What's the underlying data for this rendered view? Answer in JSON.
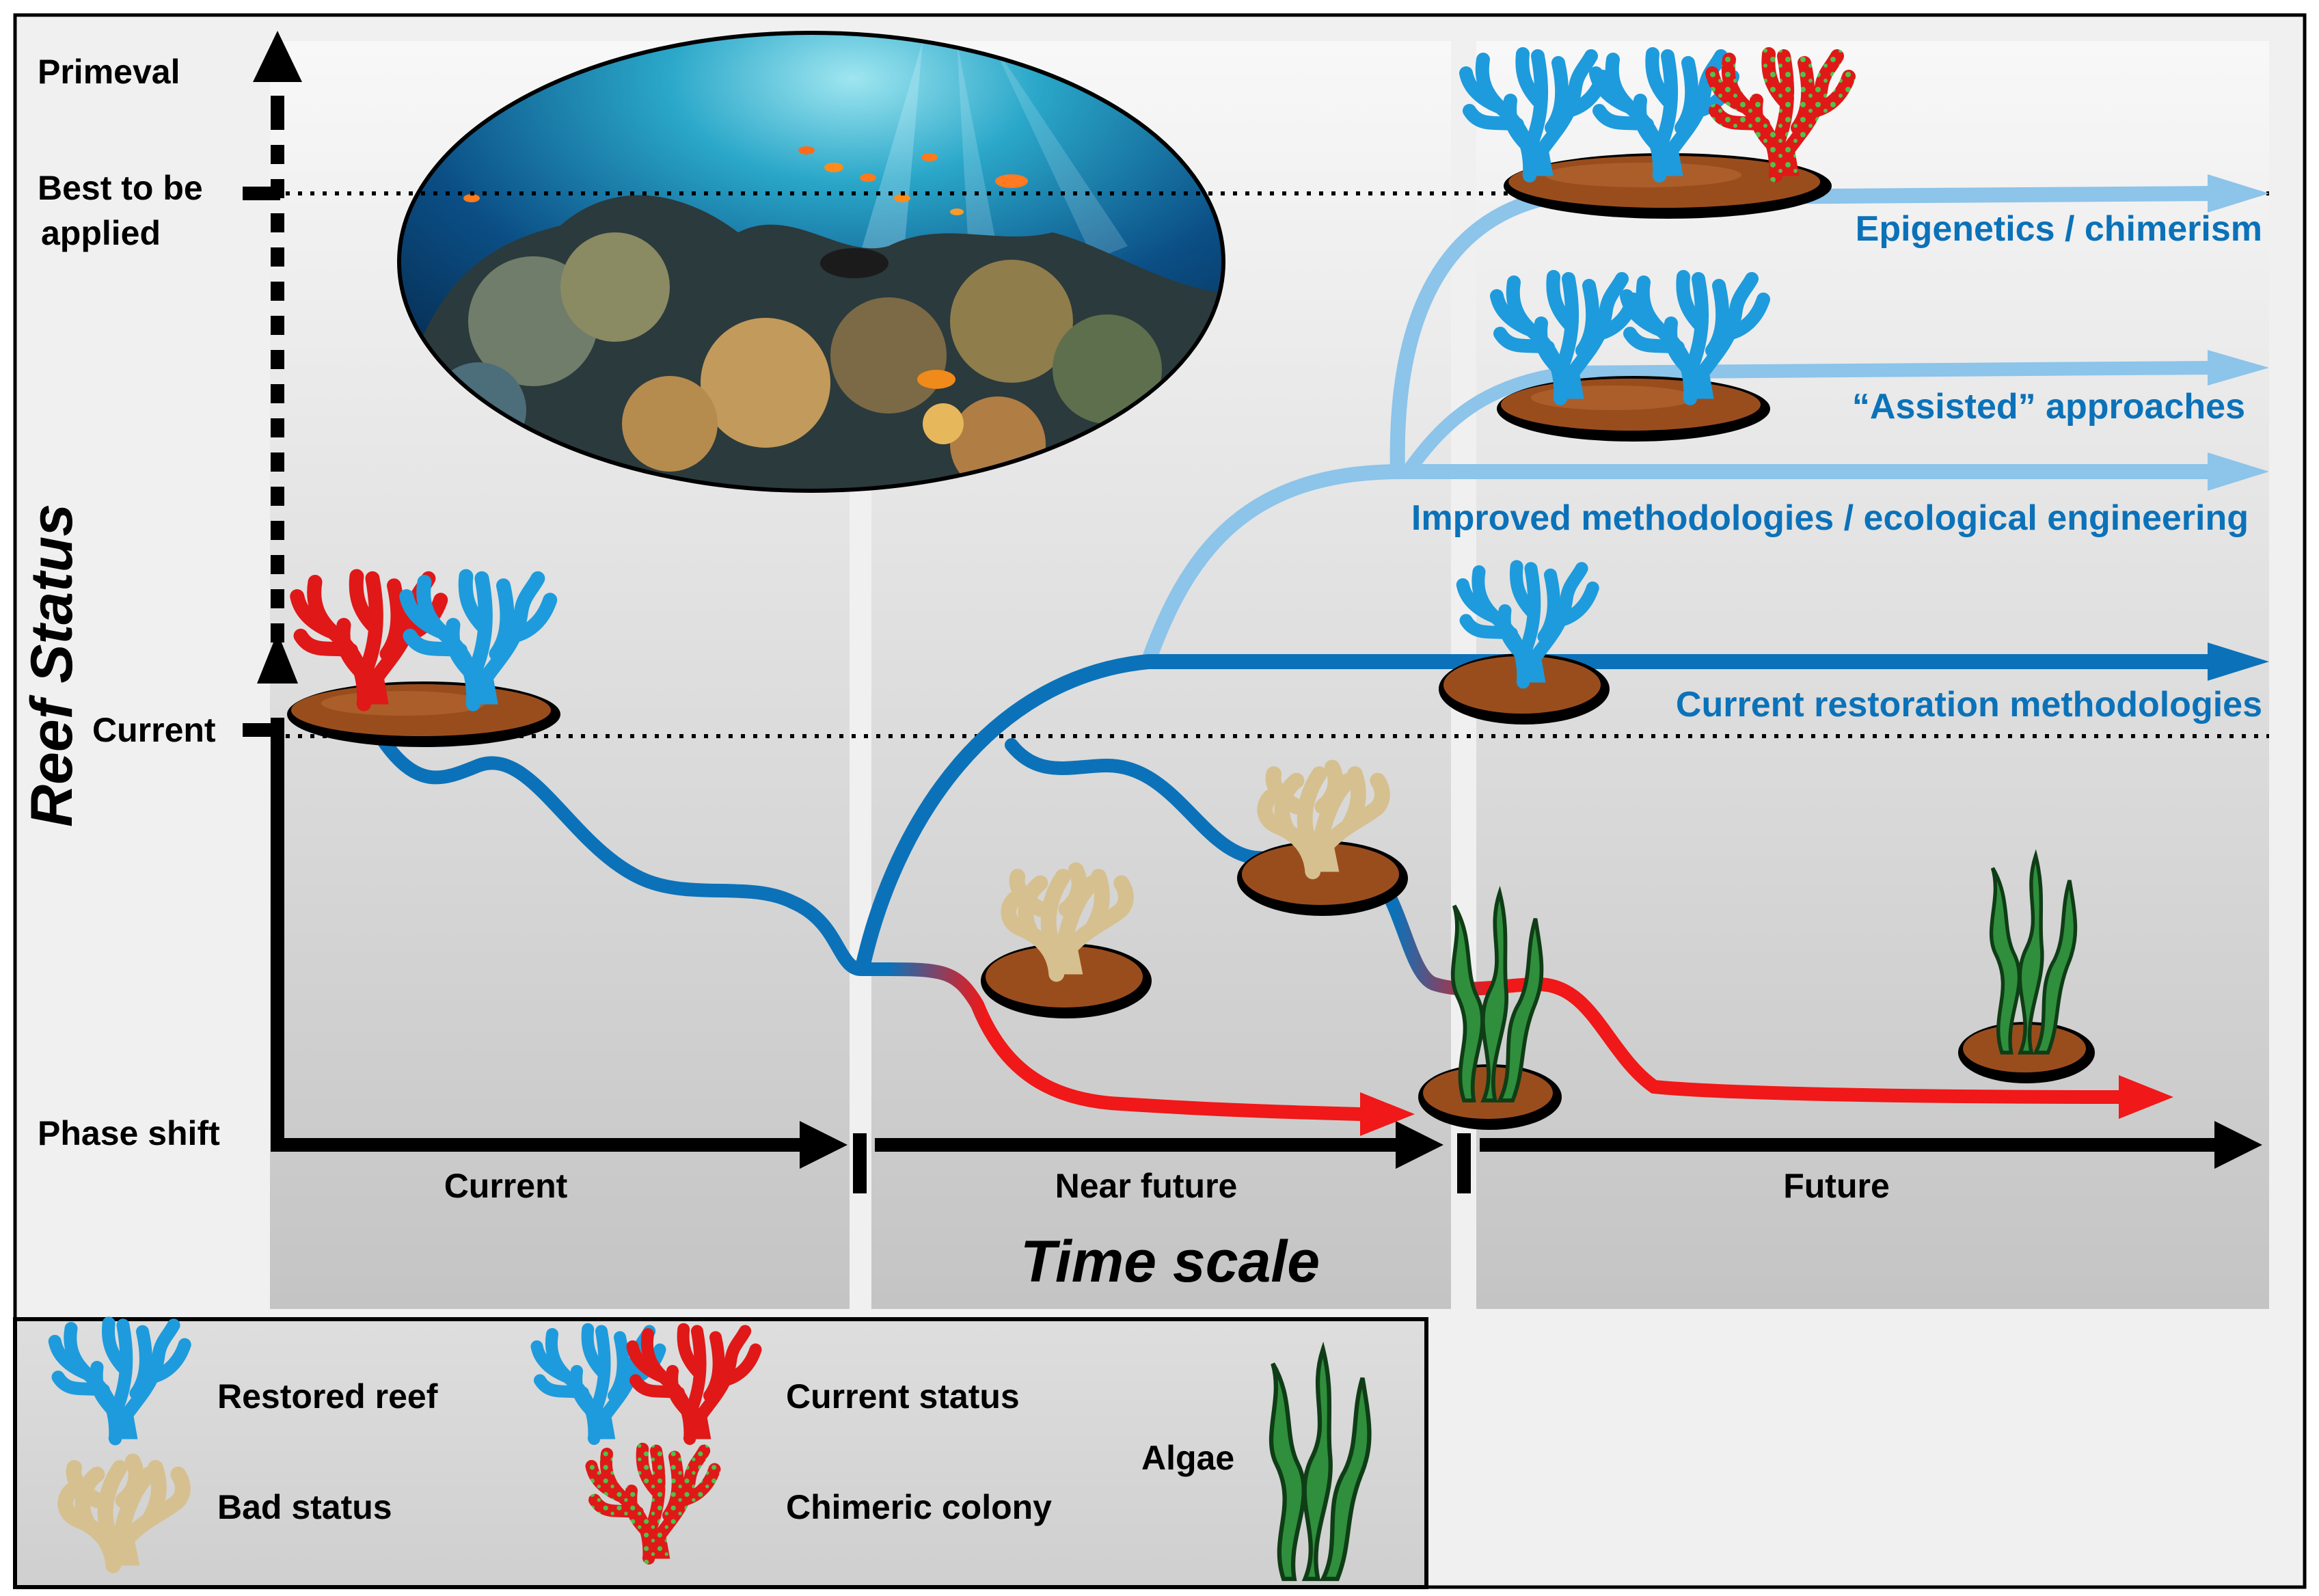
{
  "axis": {
    "y_title": "Reef Status",
    "x_title": "Time scale",
    "y_levels": {
      "primeval": "Primeval",
      "best_line1": "Best to be",
      "best_line2": "applied",
      "current": "Current",
      "phase_shift": "Phase shift"
    },
    "periods": [
      "Current",
      "Near future",
      "Future"
    ]
  },
  "pathways": {
    "epigenetics": "Epigenetics / chimerism",
    "assisted": "“Assisted” approaches",
    "improved": "Improved methodologies / ecological engineering",
    "current_restoration": "Current restoration methodologies"
  },
  "legend": {
    "restored": "Restored reef",
    "bad": "Bad status",
    "current_status": "Current status",
    "chimeric": "Chimeric colony",
    "algae": "Algae"
  },
  "colors": {
    "restored_blue": "#1e9bdc",
    "current_red": "#e01818",
    "bad_tan": "#d6c08f",
    "algae_green": "#2f8f3c",
    "path_dark_blue": "#0b72b9",
    "path_light_blue": "#8cc4ea",
    "decline_red": "#f01818",
    "base_brown": "#9a4d1c"
  }
}
